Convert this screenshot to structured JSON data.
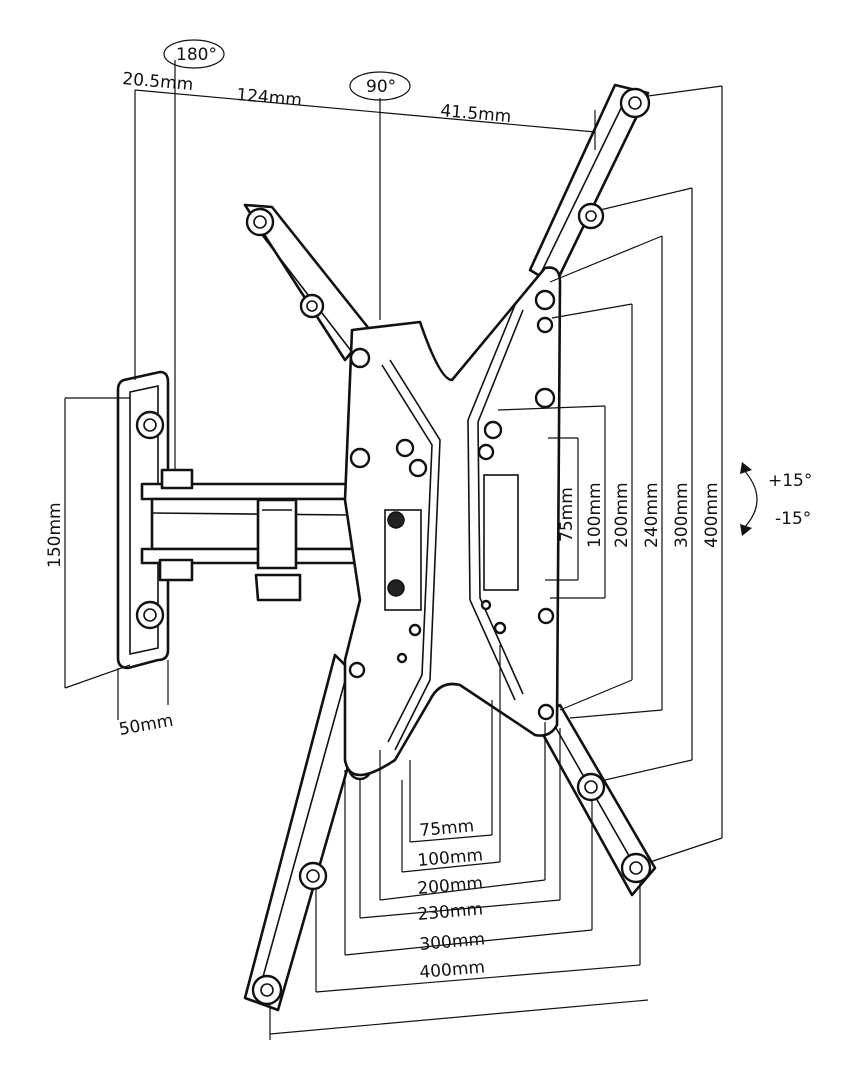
{
  "labels": {
    "rotation_180": "180°",
    "rotation_90": "90°",
    "arm_offset": "20.5mm",
    "arm_length": "124mm",
    "plate_offset": "41.5mm",
    "wall_height": "150mm",
    "wall_width": "50mm",
    "tilt_up": "+15°",
    "tilt_down": "-15°",
    "vertical": {
      "v75": "75mm",
      "v100": "100mm",
      "v200": "200mm",
      "v240": "240mm",
      "v300": "300mm",
      "v400": "400mm"
    },
    "horizontal": {
      "h75": "75mm",
      "h100": "100mm",
      "h200": "200mm",
      "h230": "230mm",
      "h300": "300mm",
      "h400": "400mm"
    }
  },
  "colors": {
    "line": "#111111",
    "fill": "#ffffff"
  }
}
